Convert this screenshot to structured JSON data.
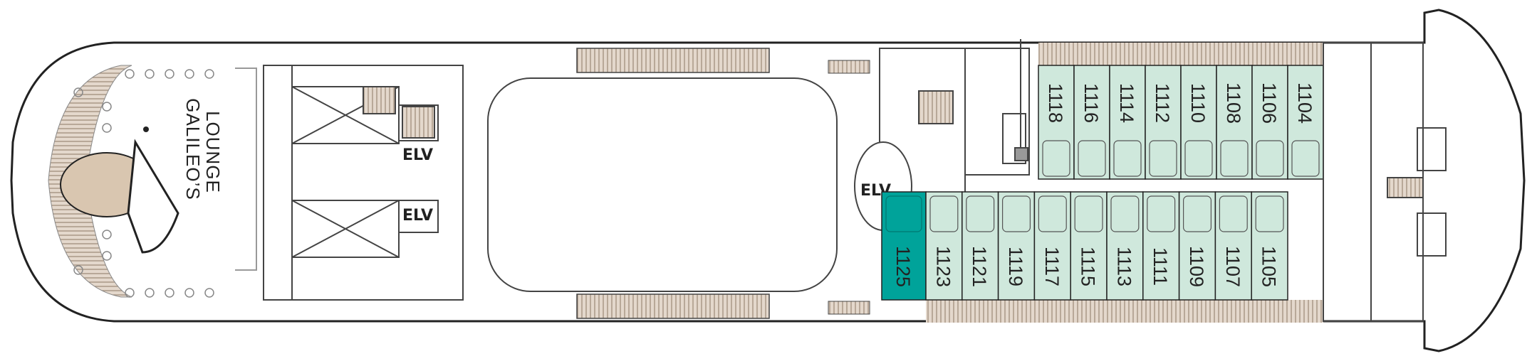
{
  "deck": {
    "lounge_label_line1": "GALILEO’S",
    "lounge_label_line2": "LOUNGE",
    "elevator_labels": [
      "ELV",
      "ELV",
      "ELV"
    ],
    "cabins_top": [
      "1118",
      "1116",
      "1114",
      "1112",
      "1110",
      "1108",
      "1106",
      "1104"
    ],
    "cabins_bottom": [
      "1125",
      "1123",
      "1121",
      "1119",
      "1117",
      "1115",
      "1113",
      "1111",
      "1109",
      "1107",
      "1105"
    ]
  },
  "colors": {
    "outline": "#222222",
    "cabin_fill": "#cfe8dc",
    "accessible_cabin_fill": "#00a39a",
    "deck_wood": "#c8b6a6",
    "room_line": "#888888"
  },
  "highlighted_cabin": "1125"
}
